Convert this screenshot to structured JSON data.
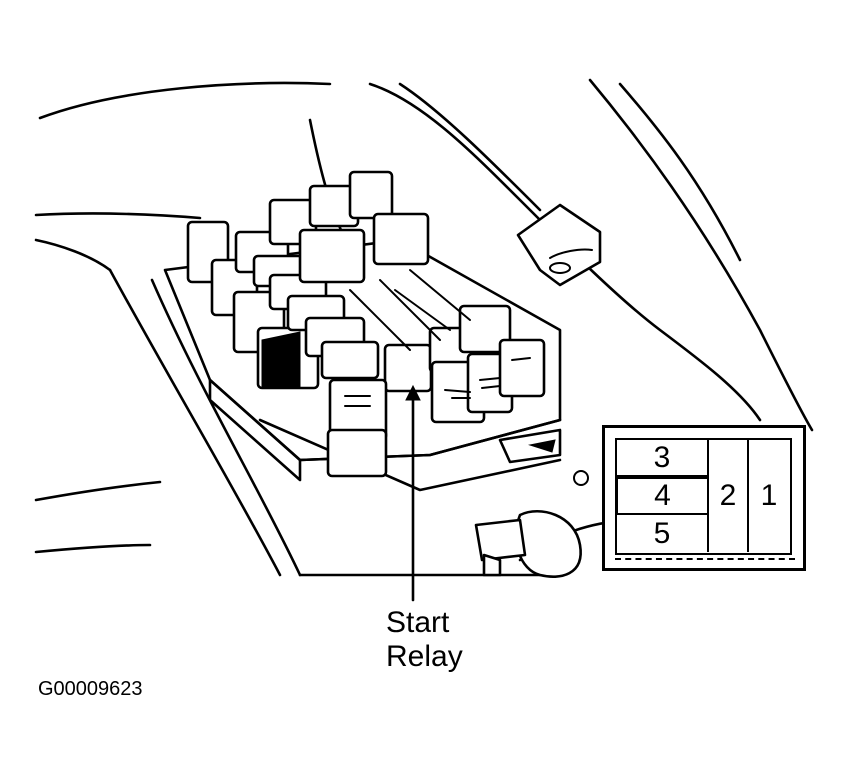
{
  "callout": {
    "line1": "Start",
    "line2": "Relay"
  },
  "figure_id": "G00009623",
  "inset": {
    "slot_top": "3",
    "slot_middle": "4",
    "slot_bottom": "5",
    "column_left": "2",
    "column_right": "1"
  },
  "colors": {
    "ink": "#000000",
    "paper": "#ffffff"
  }
}
